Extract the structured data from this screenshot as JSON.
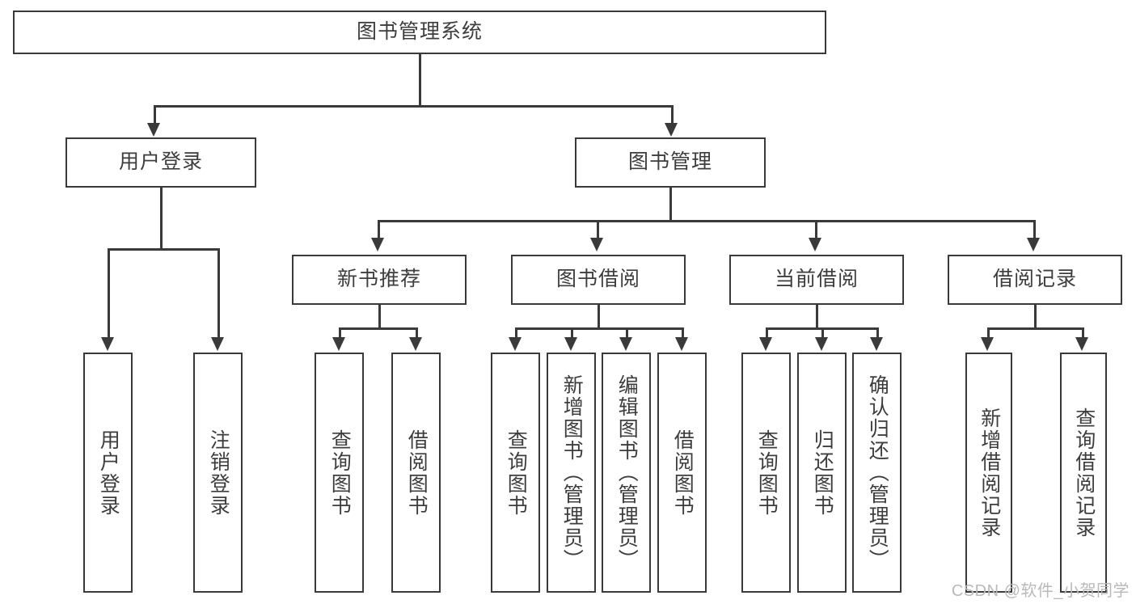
{
  "diagram": {
    "title": "图书管理系统",
    "root": {
      "label": "图书管理系统"
    },
    "level2": [
      {
        "label": "用户登录"
      },
      {
        "label": "图书管理"
      }
    ],
    "level3": [
      {
        "label": "新书推荐"
      },
      {
        "label": "图书借阅"
      },
      {
        "label": "当前借阅"
      },
      {
        "label": "借阅记录"
      }
    ],
    "leaves": {
      "user_login": [
        {
          "label": "用户登录"
        },
        {
          "label": "注销登录"
        }
      ],
      "new_book_recommend": [
        {
          "label": "查询图书"
        },
        {
          "label": "借阅图书"
        }
      ],
      "book_borrow": [
        {
          "label": "查询图书"
        },
        {
          "label": "新增图书（管理员）"
        },
        {
          "label": "编辑图书（管理员）"
        },
        {
          "label": "借阅图书"
        }
      ],
      "current_borrow": [
        {
          "label": "查询图书"
        },
        {
          "label": "归还图书"
        },
        {
          "label": "确认归还（管理员）"
        }
      ],
      "borrow_record": [
        {
          "label": "新增借阅记录"
        },
        {
          "label": "查询借阅记录"
        }
      ]
    }
  },
  "watermark": {
    "text": "CSDN @软件_小贺同学"
  },
  "colors": {
    "stroke": "#3a3a3a",
    "text": "#3d3d3d",
    "background": "#ffffff",
    "watermark": "#b9b9b9"
  }
}
